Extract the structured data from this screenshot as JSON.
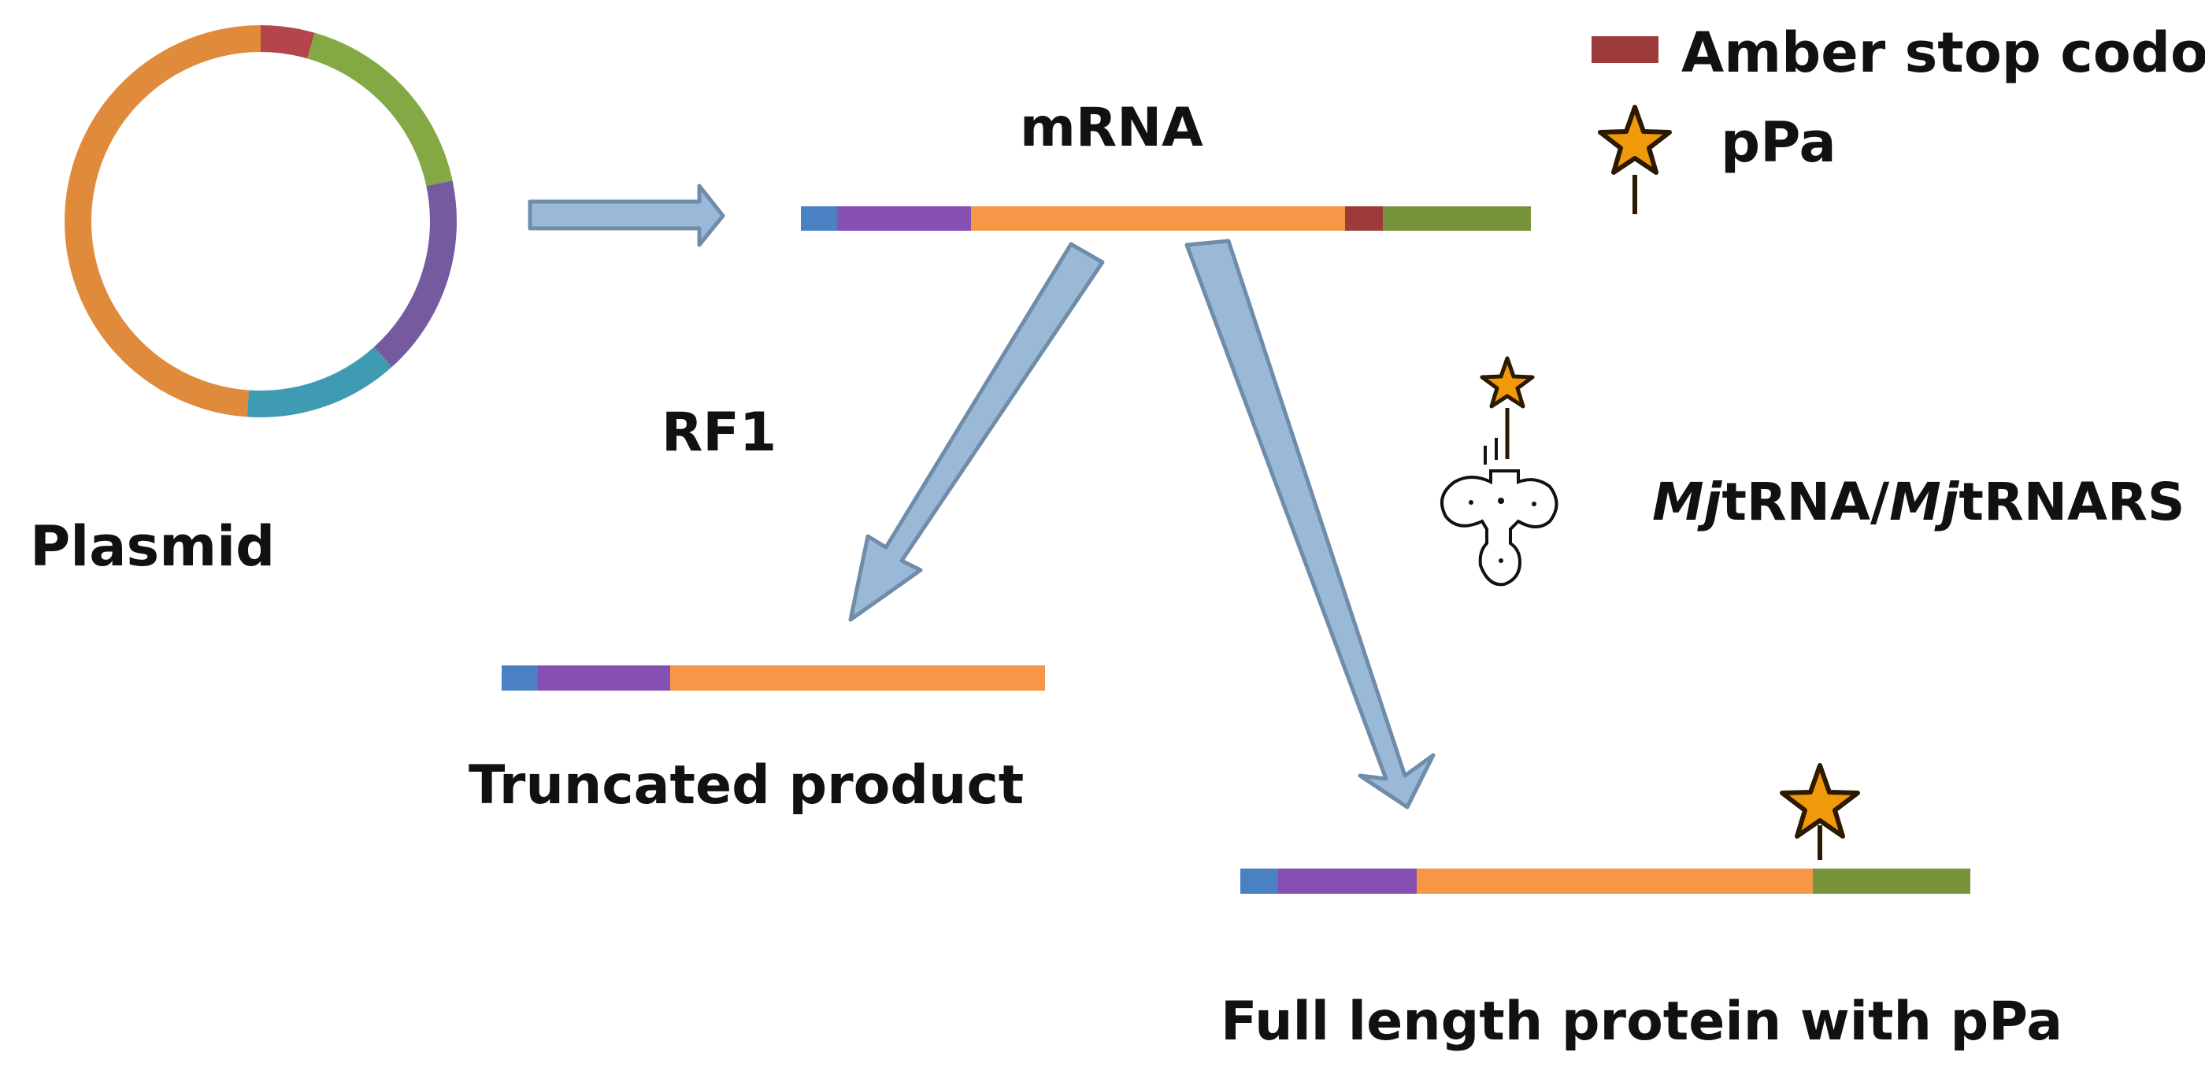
{
  "colors": {
    "start": "#4a81c2",
    "purple": "#8650b3",
    "orange": "#f79646",
    "amber": "#9d3b3b",
    "green": "#77933c",
    "plasmid_orange": "#e08a3c",
    "plasmid_red": "#b5454a",
    "plasmid_green": "#84a843",
    "plasmid_purple": "#765aa0",
    "plasmid_teal": "#3f9bb2",
    "arrow_fill": "#9ab9d6",
    "arrow_stroke": "#6f8caa",
    "star_fill": "#f09a0b",
    "star_stroke": "#2b1a00"
  },
  "labels": {
    "plasmid": "Plasmid",
    "mrna": "mRNA",
    "rf1": "RF1",
    "truncated": "Truncated product",
    "full": "Full length protein with pPa"
  },
  "legend": {
    "amber": "Amber stop codon",
    "ppa": "pPa"
  },
  "trna_label": {
    "p1": "Mj",
    "p2": "tRNA/",
    "p3": "Mj",
    "p4": "tRNARS"
  },
  "icons": {
    "star": "star-icon",
    "trna": "trna-cloverleaf-icon",
    "plasmid": "plasmid-ring-icon"
  }
}
